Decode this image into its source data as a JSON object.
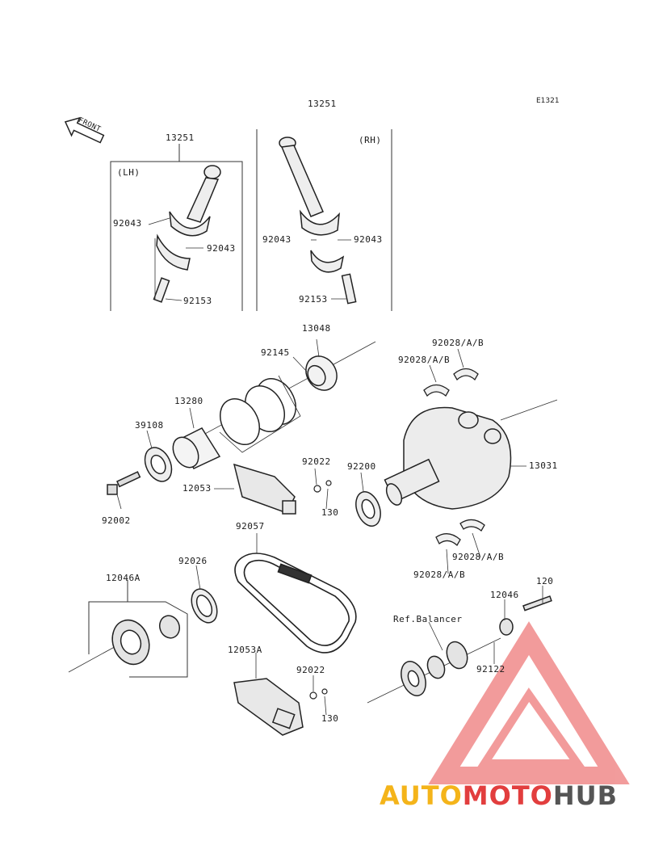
{
  "diagram_code": "E1321",
  "front_label": "FRONT",
  "group_header": "13251",
  "lh_box": {
    "tag": "(LH)",
    "top_label": "13251",
    "labels": [
      "92043",
      "92043",
      "92153"
    ]
  },
  "rh_box": {
    "tag": "(RH)",
    "labels": [
      "92043",
      "92043",
      "92153"
    ]
  },
  "parts": {
    "p13048": "13048",
    "p92145": "92145",
    "p13280": "13280",
    "p39108": "39108",
    "p92002": "92002",
    "p12053": "12053",
    "p92022a": "92022",
    "p130a": "130",
    "p92200": "92200",
    "p92028_1": "92028/A/B",
    "p92028_2": "92028/A/B",
    "p92028_3": "92028/A/B",
    "p92028_4": "92028/A/B",
    "p13031": "13031",
    "p92057": "92057",
    "p92026": "92026",
    "p12046A": "12046A",
    "p12053A": "12053A",
    "p92022b": "92022",
    "p130b": "130",
    "p120": "120",
    "p12046": "12046",
    "p_ref": "Ref.Balancer",
    "p92122": "92122"
  },
  "watermark": {
    "part1": "AUTO",
    "part2": "MOTO",
    "part3": "HUB",
    "colors": {
      "triangle": "#e84a4a",
      "auto": "#f4b41a",
      "moto": "#e23e3e",
      "hub": "#555555"
    }
  }
}
